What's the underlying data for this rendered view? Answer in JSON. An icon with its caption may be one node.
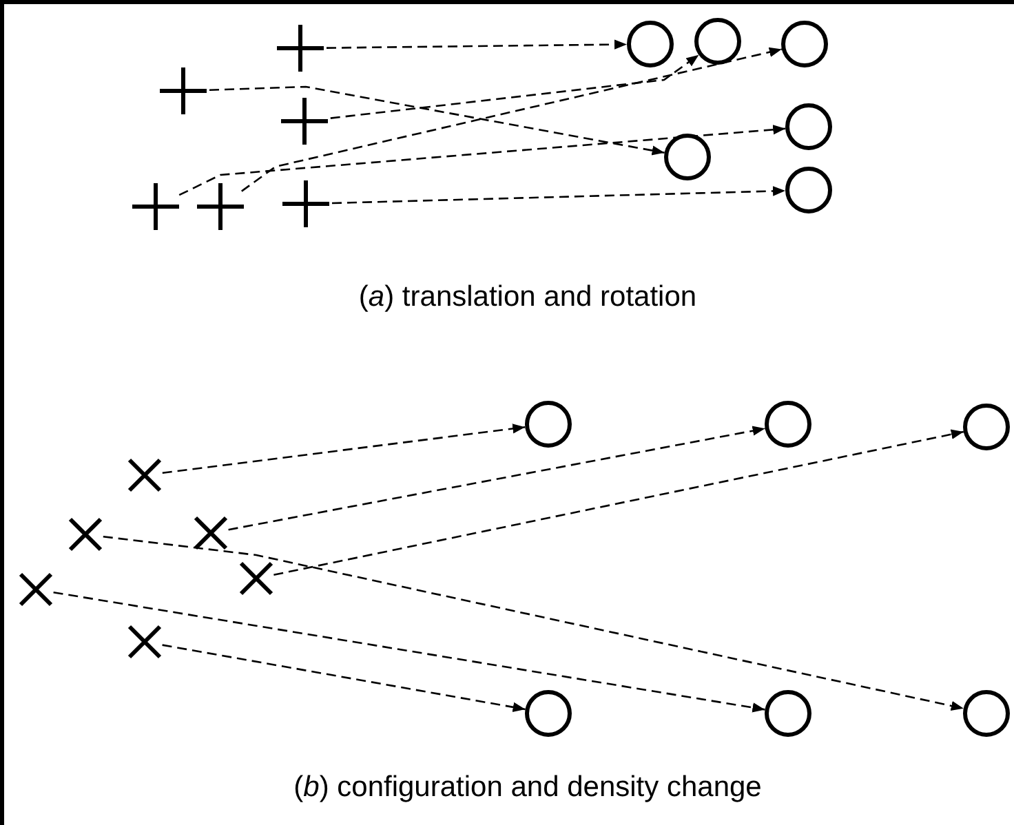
{
  "diagram": {
    "nodes": [
      {
        "text": [],
        "shape": "plus"
      },
      {
        "text": [],
        "shape": "plus"
      },
      {
        "text": [],
        "shape": "plus"
      },
      {
        "text": [],
        "shape": "plus"
      },
      {
        "text": [],
        "shape": "plus"
      },
      {
        "text": [],
        "shape": "plus"
      },
      {
        "text": [],
        "shape": "circle"
      },
      {
        "text": [],
        "shape": "circle"
      },
      {
        "text": [],
        "shape": "circle"
      },
      {
        "text": [],
        "shape": "circle"
      },
      {
        "text": [],
        "shape": "circle"
      },
      {
        "text": [],
        "shape": "circle"
      },
      {
        "text": [],
        "shape": "cross"
      },
      {
        "text": [],
        "shape": "cross"
      },
      {
        "text": [],
        "shape": "cross"
      },
      {
        "text": [],
        "shape": "cross"
      },
      {
        "text": [],
        "shape": "cross"
      },
      {
        "text": [],
        "shape": "cross"
      },
      {
        "text": [],
        "shape": "circle"
      },
      {
        "text": [],
        "shape": "circle"
      },
      {
        "text": [],
        "shape": "circle"
      },
      {
        "text": [],
        "shape": "circle"
      },
      {
        "text": [],
        "shape": "circle"
      },
      {
        "text": [],
        "shape": "circle"
      }
    ],
    "edges": [
      {
        "from": 0,
        "to": 6,
        "arrow": "to",
        "style": "dashed"
      },
      {
        "from": 1,
        "to": 9,
        "arrow": "to",
        "style": "dashed"
      },
      {
        "from": 2,
        "to": 7,
        "arrow": "to",
        "style": "dashed"
      },
      {
        "from": 3,
        "to": 10,
        "arrow": "to",
        "style": "dashed"
      },
      {
        "from": 4,
        "to": 8,
        "arrow": "to",
        "style": "dashed"
      },
      {
        "from": 5,
        "to": 11,
        "arrow": "to",
        "style": "dashed"
      },
      {
        "from": 12,
        "to": 18,
        "arrow": "to",
        "style": "dashed"
      },
      {
        "from": 14,
        "to": 19,
        "arrow": "to",
        "style": "dashed"
      },
      {
        "from": 15,
        "to": 20,
        "arrow": "to",
        "style": "dashed"
      },
      {
        "from": 13,
        "to": 23,
        "arrow": "to",
        "style": "dashed"
      },
      {
        "from": 16,
        "to": 22,
        "arrow": "to",
        "style": "dashed"
      },
      {
        "from": 17,
        "to": 21,
        "arrow": "to",
        "style": "dashed"
      }
    ],
    "labels": [
      "(*a*) translation and rotation",
      "(*b*) configuration and density change"
    ]
  }
}
